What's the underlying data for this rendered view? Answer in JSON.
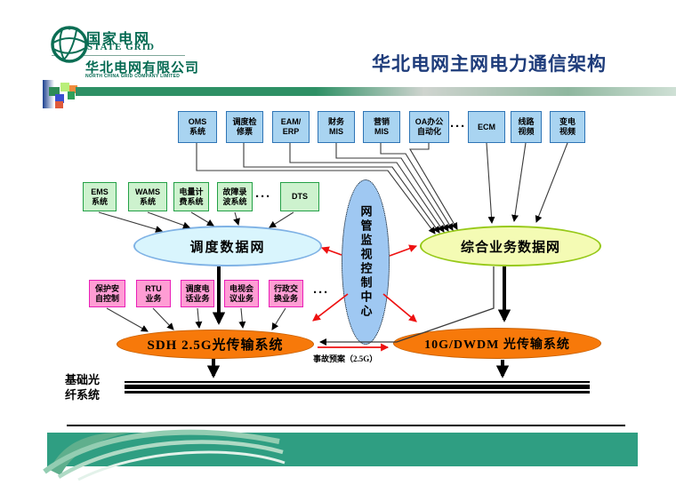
{
  "header": {
    "logo": {
      "brand_cn": "国家电网",
      "brand_en": "STATE GRID",
      "company_cn": "华北电网有限公司",
      "company_en": "NORTH CHINA GRID COMPANY LIMITED"
    },
    "title": "华北电网主网电力通信架构"
  },
  "diagram": {
    "row1": [
      "OMS\n系统",
      "调度检\n修票",
      "EAM/\nERP",
      "财务\nMIS",
      "营销\nMIS",
      "OA办公\n自动化",
      "ECM",
      "线路\n视频",
      "变电\n视频"
    ],
    "row2": [
      "EMS\n系统",
      "WAMS\n系统",
      "电量计\n费系统",
      "故障录\n波系统",
      "DTS"
    ],
    "row3": [
      "保护安\n自控制",
      "RTU\n业务",
      "调度电\n话业务",
      "电视会\n议业务",
      "行政交\n换业务"
    ],
    "ellipsis": "···",
    "ellipses": {
      "dispatch": "调度数据网",
      "integrated": "综合业务数据网",
      "nms": "网管监视控制中心",
      "sdh": "SDH 2.5G光传输系统",
      "dwdm": "10G/DWDM 光传输系统"
    },
    "labels": {
      "fiber": "基础光\n纤系统",
      "contingency": "事故预案（2.5G）"
    },
    "colors": {
      "row1_fill": "#A9D4F1",
      "row1_border": "#2E74B5",
      "row2_fill": "#CDF2CE",
      "row2_border": "#23A046",
      "row3_fill": "#FF9DD4",
      "row3_border": "#EA1EB8",
      "dispatch_fill": "#D9F5FD",
      "dispatch_border": "#7FB2E5",
      "integrated_fill": "#F4FBB4",
      "integrated_border": "#97C919",
      "nms_fill": "#9FC8F2",
      "transport_fill": "#F7790A",
      "arrow_red": "#EE1111",
      "footer_bar": "#2F9E82",
      "brand_green": "#046A52",
      "title_blue": "#1D3B7A"
    }
  }
}
